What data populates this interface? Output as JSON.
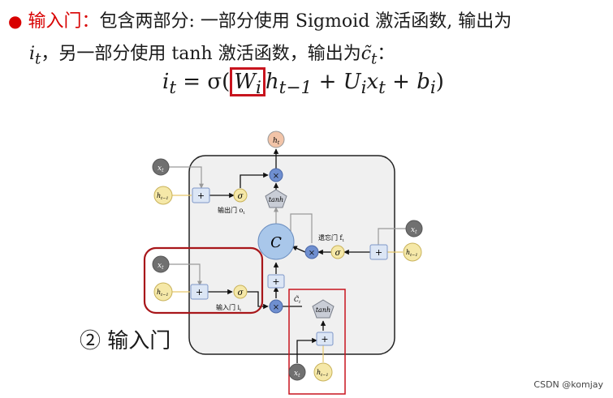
{
  "text": {
    "bullet": "●",
    "heading": "输入门：",
    "line1_rest": "包含两部分: 一部分使用 Sigmoid 激活函数, 输出为",
    "line2_a": "i",
    "line2_a_sub": "t",
    "line2_b": "，另一部分使用 tanh 激活函数，输出为",
    "line2_c": "c̃",
    "line2_c_sub": "t",
    "line2_end": "：",
    "caption": "② 输入门",
    "watermark": "CSDN @komjay"
  },
  "formula": {
    "lhs": "i",
    "lhs_sub": "t",
    "eq": " = σ(",
    "w": "W",
    "w_sub": "i",
    "h": "h",
    "h_sub": "t−1",
    "plus1": " + ",
    "u": "U",
    "u_sub": "i",
    "x": "x",
    "x_sub": "t",
    "plus2": " + ",
    "b": "b",
    "b_sub": "i",
    "close": ")"
  },
  "diagram": {
    "ht": "h",
    "ht_sub": "t",
    "x": "x",
    "x_sub": "t",
    "hprev": "h",
    "hprev_sub": "t−1",
    "plus": "+",
    "times": "×",
    "sigma": "σ",
    "tanh_upper": "tanh",
    "tanh_lower": "tanh",
    "cell": "C",
    "output_gate_label": "输出门 o",
    "output_gate_sub": "t",
    "forget_gate_label": "遗忘门 f",
    "forget_gate_sub": "t",
    "input_gate_label": "输入门 i",
    "input_gate_sub": "t",
    "ctilde": "C̃",
    "ctilde_sub": "t"
  },
  "colors": {
    "accent_red": "#d80000",
    "highlight_red": "#c8141e",
    "node_blue": "#6f8fd0",
    "box_blue": "#dce6f5",
    "input_gray": "#707070",
    "input_yellow": "#f5e8a8",
    "output_peach": "#f2c4a8",
    "cell_blue": "#a9c7ea"
  }
}
